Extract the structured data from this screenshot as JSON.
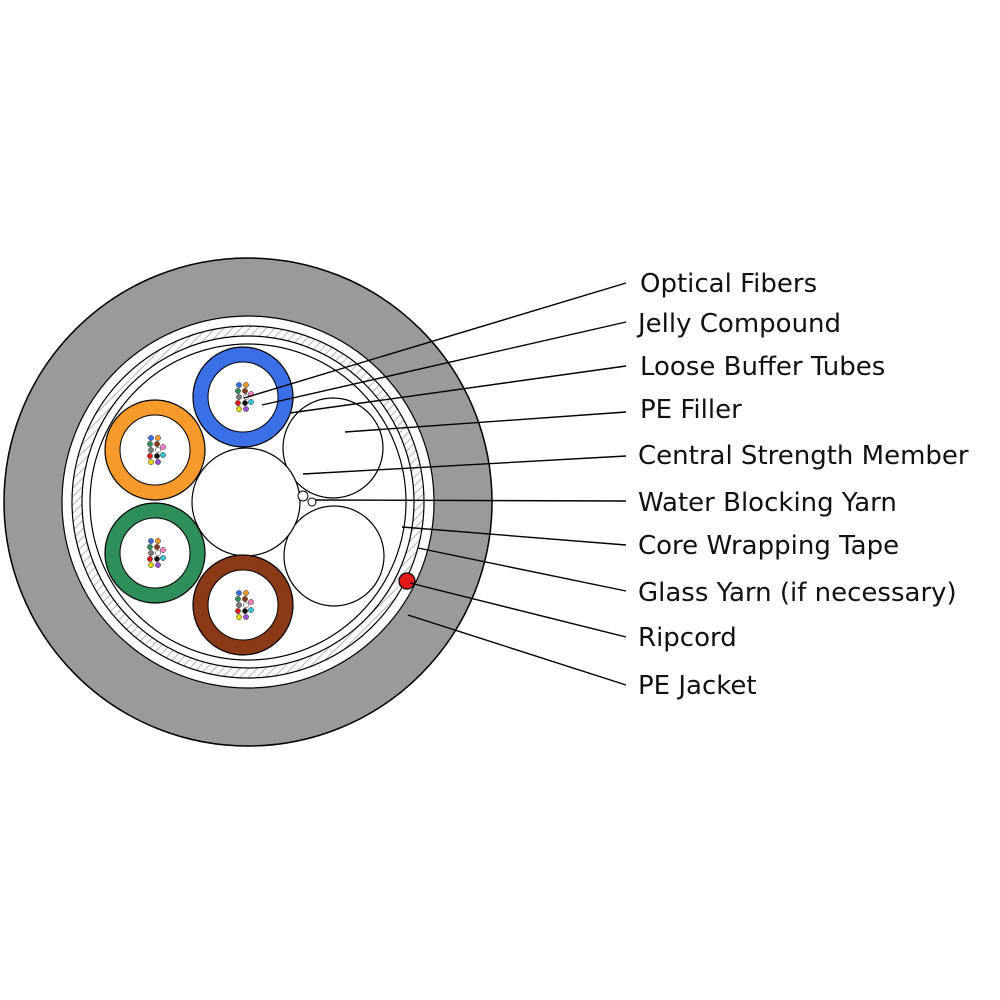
{
  "colors": {
    "background": "#ffffff",
    "jacket": "#9a9a9a",
    "outline": "#000000",
    "hatch": "#b5b5b5",
    "fill_white": "#ffffff",
    "ripcord": "#e11a1a"
  },
  "tubes": [
    {
      "name": "blue-tube",
      "color": "#3a6fe6"
    },
    {
      "name": "orange-tube",
      "color": "#f59a2b"
    },
    {
      "name": "green-tube",
      "color": "#2f8f5a"
    },
    {
      "name": "brown-tube",
      "color": "#8a3a16"
    }
  ],
  "fiber_colors": [
    "#3a6fe6",
    "#f59a2b",
    "#2f8f5a",
    "#8a3a16",
    "#7a7a7a",
    "#ffffff",
    "#e11a1a",
    "#111111",
    "#e8d800",
    "#9b4fd1",
    "#ff7fbf",
    "#35c6d9"
  ],
  "callouts": [
    {
      "id": "optical-fibers",
      "label": "Optical Fibers"
    },
    {
      "id": "jelly-compound",
      "label": "Jelly Compound"
    },
    {
      "id": "loose-buffer-tubes",
      "label": "Loose Buffer Tubes"
    },
    {
      "id": "pe-filler",
      "label": "PE Filler"
    },
    {
      "id": "central-strength-member",
      "label": "Central Strength Member"
    },
    {
      "id": "water-blocking-yarn",
      "label": "Water Blocking Yarn"
    },
    {
      "id": "core-wrapping-tape",
      "label": "Core Wrapping Tape"
    },
    {
      "id": "glass-yarn",
      "label": "Glass Yarn (if necessary)"
    },
    {
      "id": "ripcord",
      "label": "Ripcord"
    },
    {
      "id": "pe-jacket",
      "label": "PE Jacket"
    }
  ]
}
